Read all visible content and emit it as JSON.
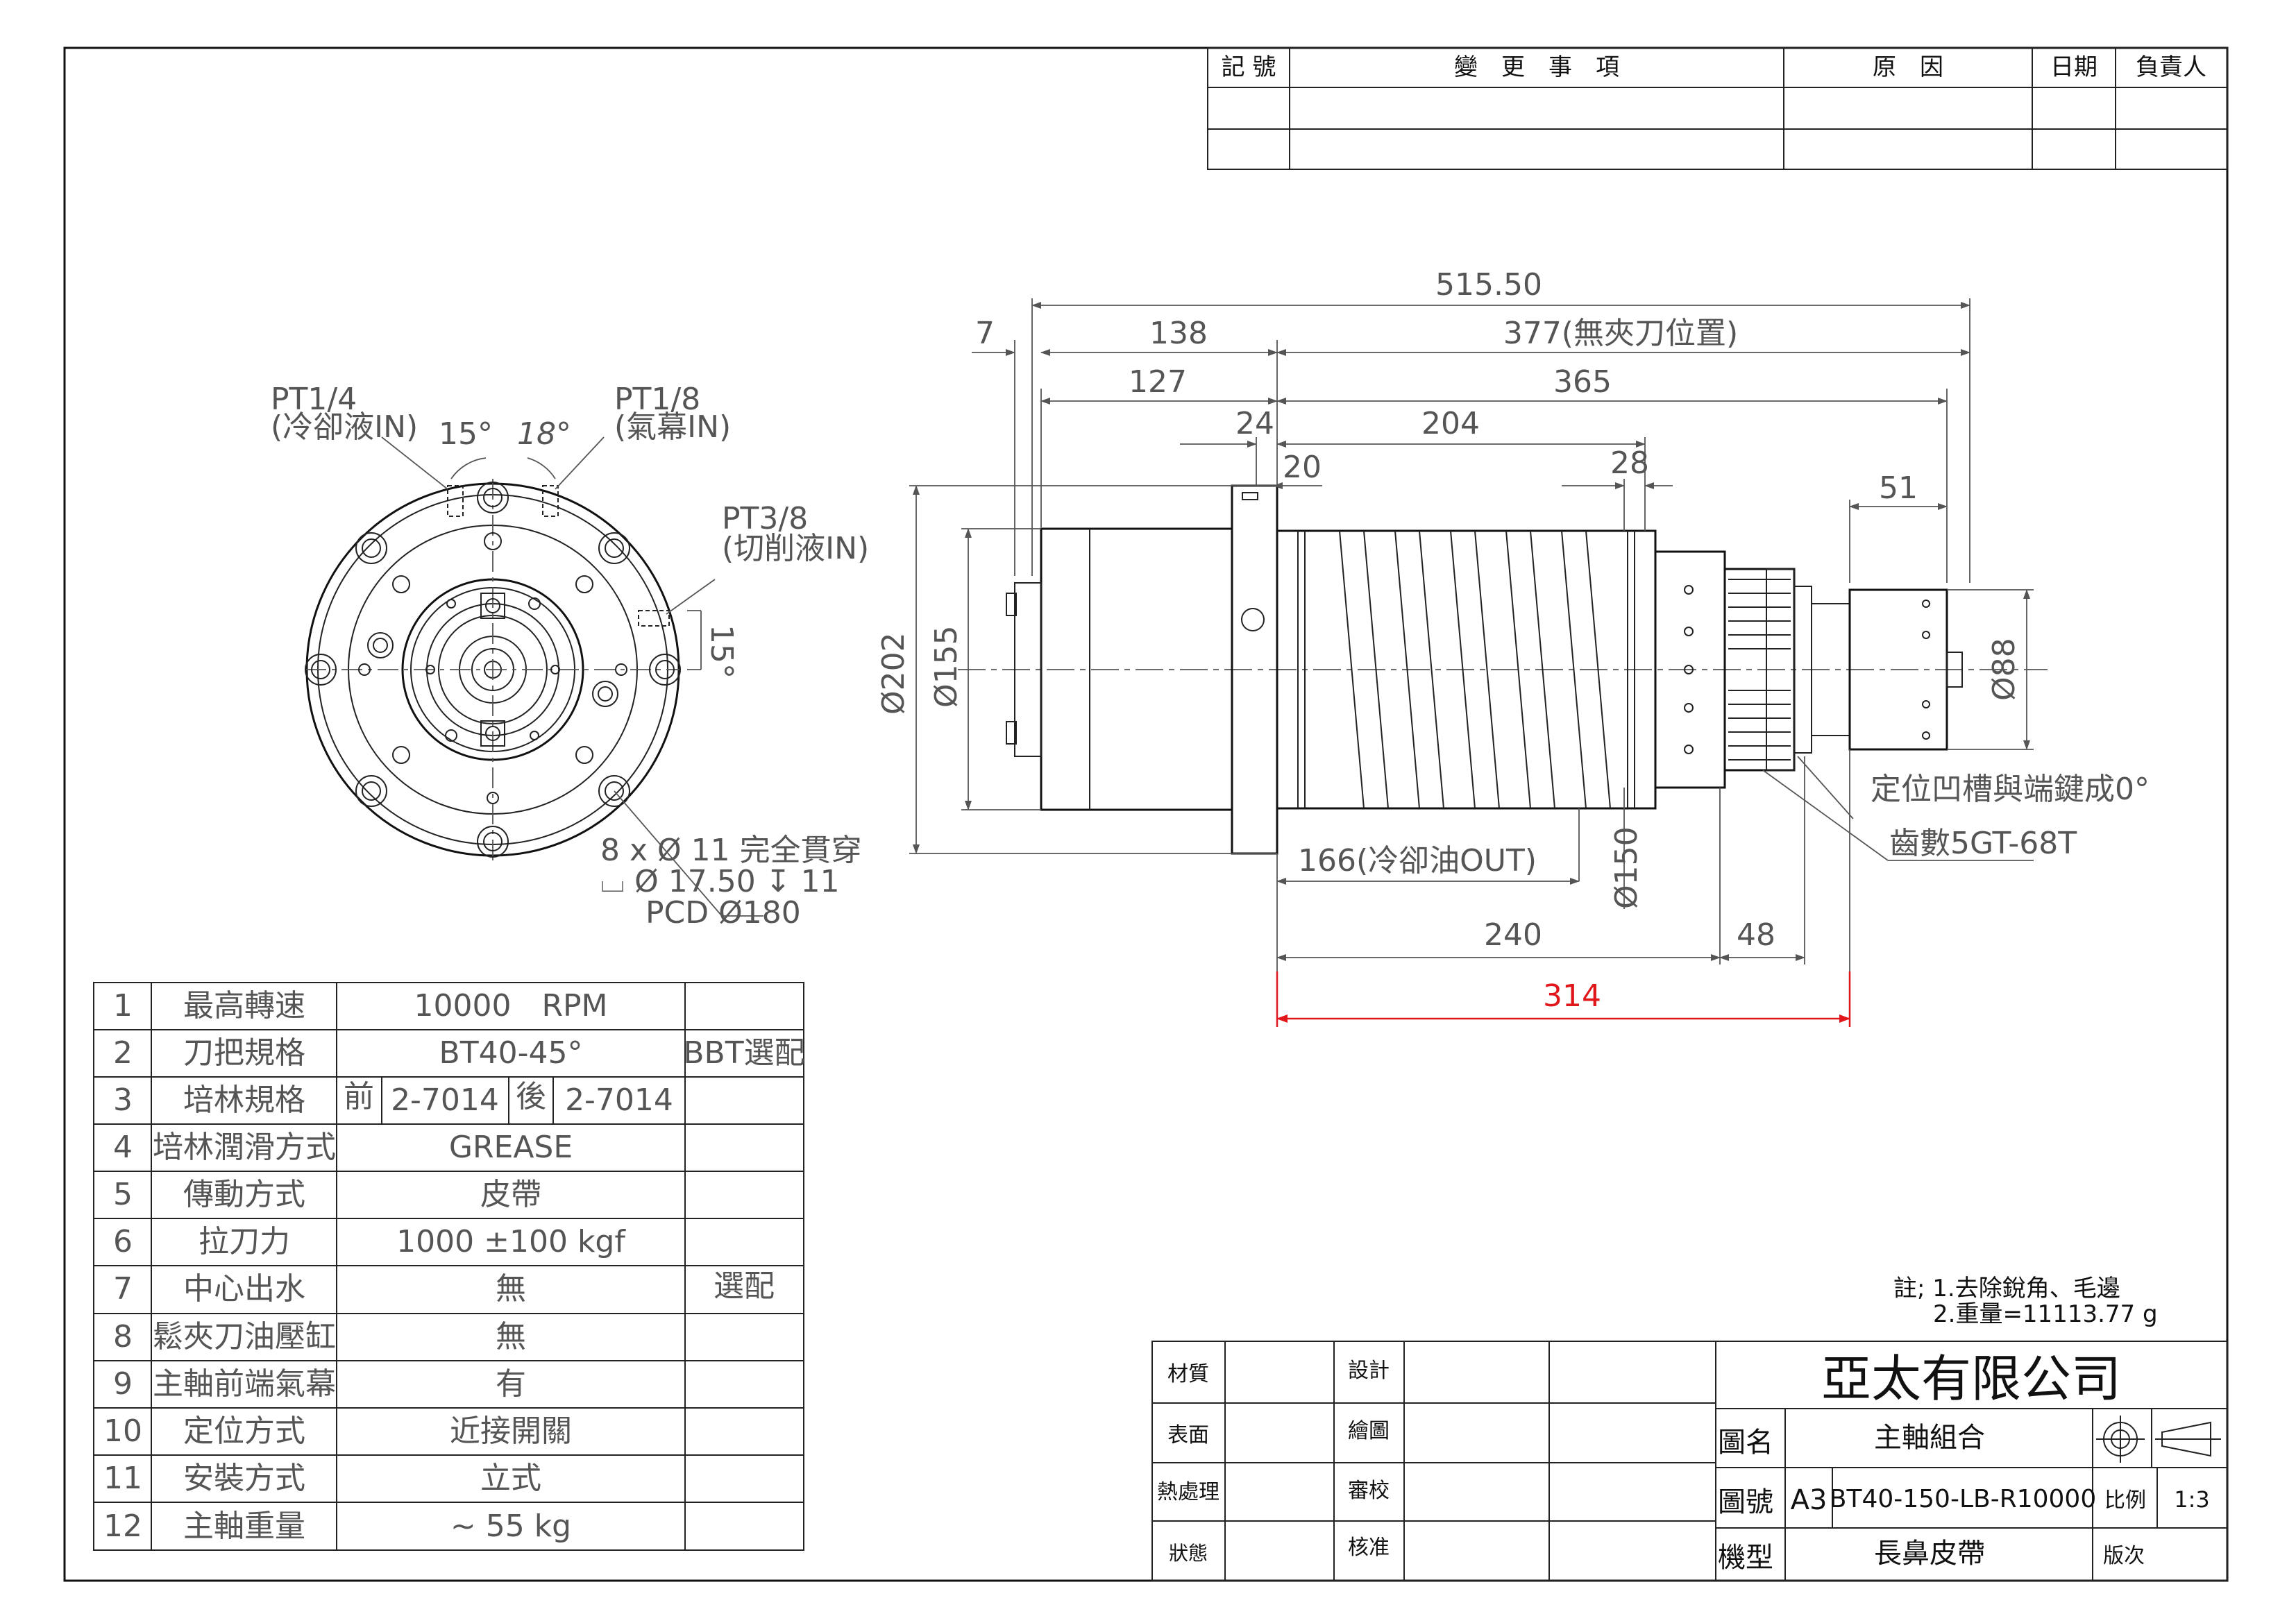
{
  "revision_table": {
    "headers": [
      "記 號",
      "變　更　事　項",
      "原　因",
      "日期",
      "負責人"
    ],
    "rows": [
      [
        "",
        "",
        "",
        "",
        ""
      ],
      [
        "",
        "",
        "",
        "",
        ""
      ]
    ]
  },
  "front_view": {
    "port_left": {
      "name": "PT1/4",
      "desc": "(冷卻液IN)"
    },
    "port_right": {
      "name": "PT1/8",
      "desc": "(氣幕IN)"
    },
    "port_side": {
      "name": "PT3/8",
      "desc": "(切削液IN)"
    },
    "angle_left": "15°",
    "angle_right": "18°",
    "angle_side": "15°",
    "hole_note_1": "8 x Ø 11 完全貫穿",
    "hole_note_2": "⌴ Ø 17.50 ↧ 11",
    "hole_note_3": "PCD Ø180"
  },
  "side_view": {
    "dims": {
      "overall": "515.50",
      "d7": "7",
      "d138": "138",
      "d377": "377(無夾刀位置)",
      "d127": "127",
      "d365": "365",
      "d24": "24",
      "d204": "204",
      "d20": "20",
      "d28": "28",
      "d51": "51",
      "dia202": "Ø202",
      "dia155": "Ø155",
      "dia150": "Ø150",
      "dia88": "Ø88",
      "d166": "166(冷卻油OUT)",
      "d240": "240",
      "d48": "48",
      "d314": "314"
    },
    "note_key": "定位凹槽與端鍵成0°",
    "note_teeth": "齒數5GT-68T"
  },
  "spec_table": {
    "rows": [
      {
        "no": "1",
        "item": "最高轉速",
        "value": "10000　RPM",
        "note": ""
      },
      {
        "no": "2",
        "item": "刀把規格",
        "value": "BT40-45°",
        "note": "BBT選配"
      },
      {
        "no": "3",
        "item": "培林規格",
        "front_label": "前",
        "front": "2-7014",
        "rear_label": "後",
        "rear": "2-7014",
        "note": ""
      },
      {
        "no": "4",
        "item": "培林潤滑方式",
        "value": "GREASE",
        "note": ""
      },
      {
        "no": "5",
        "item": "傳動方式",
        "value": "皮帶",
        "note": ""
      },
      {
        "no": "6",
        "item": "拉刀力",
        "value": "1000 ±100 kgf",
        "note": ""
      },
      {
        "no": "7",
        "item": "中心出水",
        "value": "無",
        "note": "選配"
      },
      {
        "no": "8",
        "item": "鬆夾刀油壓缸",
        "value": "無",
        "note": ""
      },
      {
        "no": "9",
        "item": "主軸前端氣幕",
        "value": "有",
        "note": ""
      },
      {
        "no": "10",
        "item": "定位方式",
        "value": "近接開關",
        "note": ""
      },
      {
        "no": "11",
        "item": "安裝方式",
        "value": "立式",
        "note": ""
      },
      {
        "no": "12",
        "item": "主軸重量",
        "value": "~ 55 kg",
        "note": ""
      }
    ]
  },
  "notes": {
    "line1": "註; 1.去除銳角、毛邊",
    "line2": "2.重量=11113.77 g"
  },
  "title_block": {
    "company": "亞太有限公司",
    "left_labels": [
      "材質",
      "表面",
      "熱處理",
      "狀態"
    ],
    "mid_labels": [
      "設計",
      "繪圖",
      "審校",
      "核准"
    ],
    "name_label": "圖名",
    "name_value": "主軸組合",
    "number_label": "圖號",
    "sheet_size": "A3",
    "number_value": "BT40-150-LB-R10000",
    "scale_label": "比例",
    "scale_value": "1:3",
    "model_label": "機型",
    "model_value": "長鼻皮帶",
    "version_label": "版次"
  }
}
